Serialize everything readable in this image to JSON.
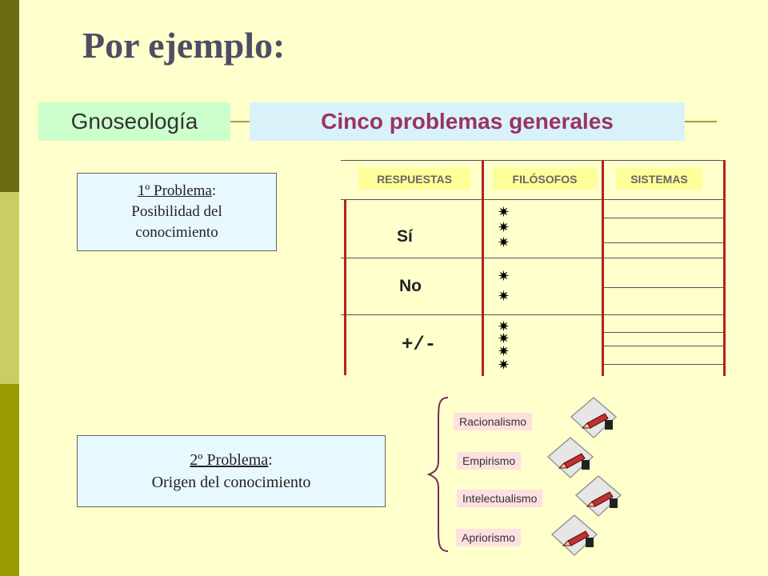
{
  "title": "Por ejemplo:",
  "banner": {
    "left": "Gnoseología",
    "right": "Cinco problemas generales"
  },
  "problem1": {
    "label": "1º Problema",
    "colon": ":",
    "line2": "Posibilidad del",
    "line3": "conocimiento"
  },
  "problem2": {
    "label": "2º Problema",
    "colon": ":",
    "line2": "Origen del conocimiento"
  },
  "table": {
    "headers": [
      "RESPUESTAS",
      "FILÓSOFOS",
      "SISTEMAS"
    ],
    "rows": [
      {
        "answer": "Sí",
        "stars": 3
      },
      {
        "answer": "No",
        "stars": 2
      },
      {
        "answer": "+/-",
        "stars": 4
      }
    ],
    "star_glyph": "✷",
    "line_color": "#b22222"
  },
  "systems": [
    "Racionalismo",
    "Empirismo",
    "Intelectualismo",
    "Apriorismo"
  ],
  "icons": [
    "pencil-writing-icon"
  ],
  "colors": {
    "background": "#ffffcc",
    "title": "#4d4d66",
    "accent": "#993366"
  }
}
